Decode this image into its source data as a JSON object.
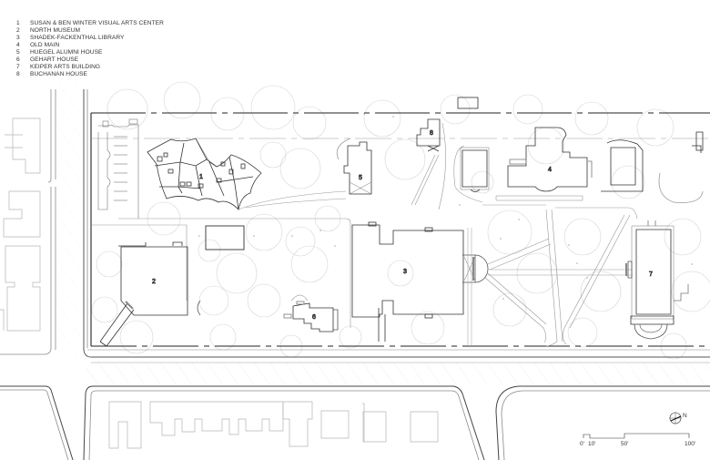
{
  "legend": {
    "items": [
      {
        "num": "1",
        "name": "SUSAN & BEN WINTER VISUAL ARTS CENTER"
      },
      {
        "num": "2",
        "name": "NORTH MUSEUM"
      },
      {
        "num": "3",
        "name": "SHADEK-FACKENTHAL LIBRARY"
      },
      {
        "num": "4",
        "name": "OLD MAIN"
      },
      {
        "num": "5",
        "name": "HUEGEL ALUMNI HOUSE"
      },
      {
        "num": "6",
        "name": "GEHART HOUSE"
      },
      {
        "num": "7",
        "name": "KEIPER ARTS BUILDING"
      },
      {
        "num": "8",
        "name": "BUCHANAN HOUSE"
      }
    ]
  },
  "plan": {
    "building_labels": [
      "1",
      "2",
      "3",
      "4",
      "5",
      "6",
      "7",
      "8"
    ],
    "north_arrow": {
      "icon": "north-arrow-icon",
      "label": "N"
    },
    "scale_bar": {
      "ticks": [
        "0'",
        "10'",
        "50'",
        "100'"
      ]
    }
  },
  "colors": {
    "line_dark": "#3a3a3a",
    "line_mid": "#777777",
    "line_light": "#c8c8c8",
    "hatch": "#dddddd",
    "accent_fill": "#d9d9d9"
  }
}
